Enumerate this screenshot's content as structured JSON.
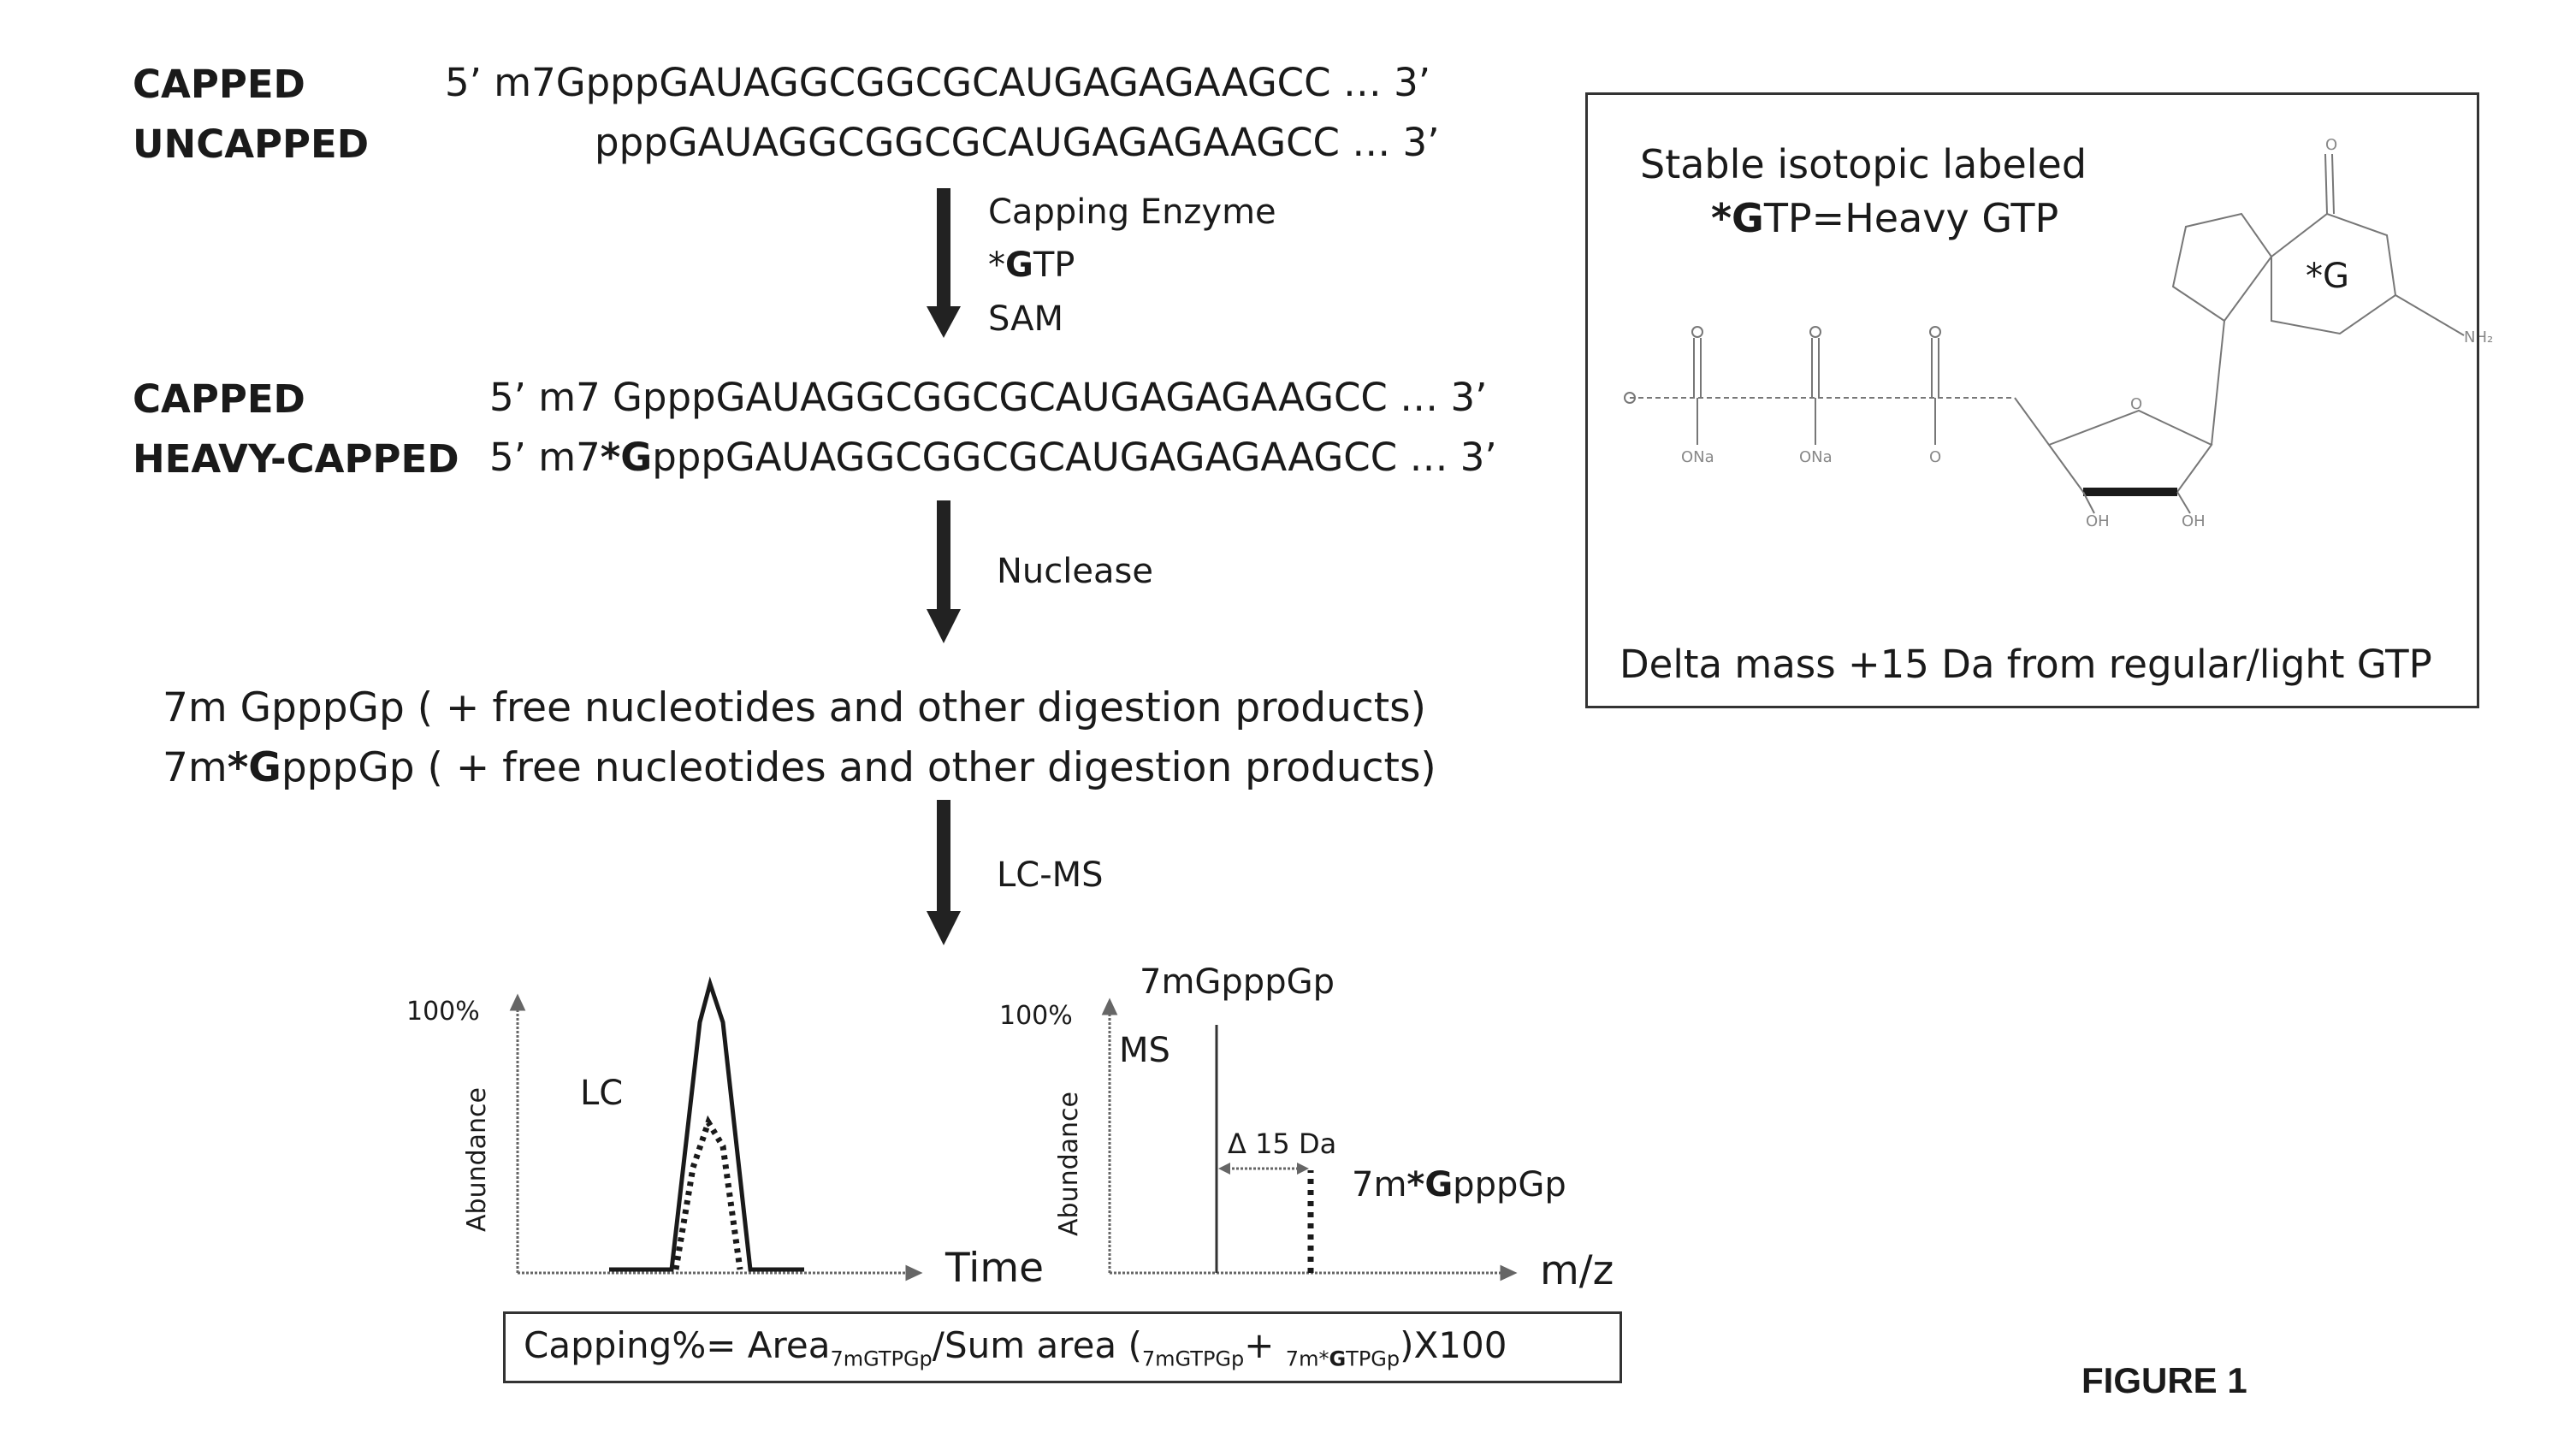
{
  "sequences_top": {
    "capped_label": "CAPPED",
    "capped_seq": "5’ m7GpppGAUAGGCGGCGCAUGAGAGAAGCC … 3’",
    "uncapped_label": "UNCAPPED",
    "uncapped_seq": "pppGAUAGGCGGCGCAUGAGAGAAGCC … 3’"
  },
  "step1": {
    "line1": "Capping Enzyme",
    "line2_star": "*",
    "line2_bold": "G",
    "line2_rest": "TP",
    "line3": "SAM"
  },
  "sequences_mid": {
    "capped_label": "CAPPED",
    "capped_seq": "5’ m7  GpppGAUAGGCGGCGCAUGAGAGAAGCC … 3’",
    "heavy_label": "HEAVY-CAPPED",
    "heavy_pre": "5’ m7",
    "heavy_bold": "*G",
    "heavy_post": "pppGAUAGGCGGCGCAUGAGAGAAGCC … 3’"
  },
  "step2": {
    "label": "Nuclease"
  },
  "products": {
    "line1": "7m   GpppGp ( + free nucleotides and other digestion products)",
    "line2_pre": "7m",
    "line2_bold": "*G",
    "line2_post": "pppGp  ( + free nucleotides and other digestion products)"
  },
  "step3": {
    "label": "LC-MS"
  },
  "lc_plot": {
    "y_max_label": "100%",
    "ylabel": "Abundance",
    "series_label": "LC",
    "xlabel": "Time"
  },
  "ms_plot": {
    "y_max_label": "100%",
    "ylabel": "Abundance",
    "series_label": "MS",
    "peak_light_label": "7mGpppGp",
    "delta_label": "Δ 15 Da",
    "peak_heavy_pre": "7m",
    "peak_heavy_bold": "*G",
    "peak_heavy_post": "pppGp",
    "xlabel": "m/z"
  },
  "formula": {
    "part1": "Capping%= Area",
    "sub1": "7mGTPGp",
    "part2": "/Sum area (",
    "sub2": "7mGTPGp",
    "plus": "+ ",
    "sub3_pre": "7m*",
    "sub3_bold": "G",
    "sub3_post": "TPGp",
    "part3": ")X100"
  },
  "inset": {
    "title1": "Stable isotopic labeled",
    "title2_bold": "*G",
    "title2_rest": "TP=Heavy GTP",
    "g_label": "*G",
    "footer": "Delta mass +15 Da from regular/light GTP"
  },
  "figure_label": "FIGURE 1"
}
